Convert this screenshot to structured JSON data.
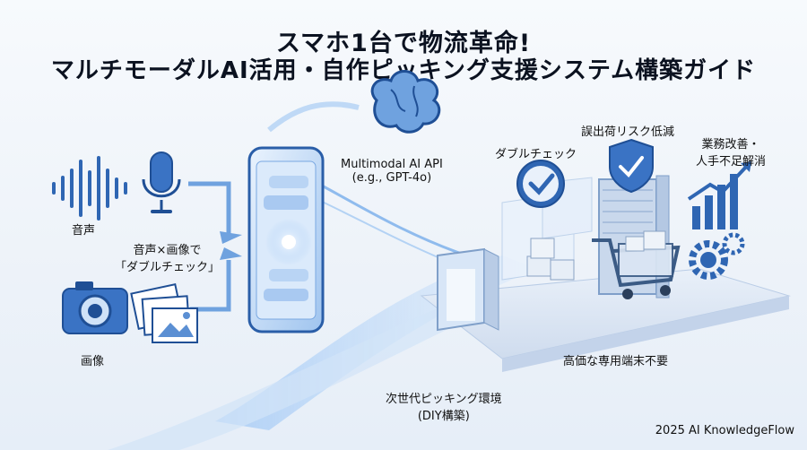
{
  "title": {
    "line1": "スマホ1台で物流革命!",
    "line2": "マルチモーダルAI活用・自作ピッキング支援システム構築ガイド"
  },
  "labels": {
    "voice": "音声",
    "image": "画像",
    "double_check_line1": "音声×画像で",
    "double_check_line2": "「ダブルチェック」",
    "api_line1": "Multimodal AI API",
    "api_line2": "(e.g., GPT-4o)",
    "double_check_right": "ダブルチェック",
    "risk": "誤出荷リスク低減",
    "improve_line1": "業務改善・",
    "improve_line2": "人手不足解消",
    "no_terminal": "高価な専用端末不要",
    "next_gen_line1": "次世代ピッキング環境",
    "next_gen_line2": "(DIY構築)"
  },
  "credit": "2025 AI KnowledgeFlow",
  "icons": [
    "voice-wave-icon",
    "microphone-icon",
    "camera-icon",
    "photos-icon",
    "smartphone-icon",
    "brain-icon",
    "checkmark-icon",
    "shield-check-icon",
    "growth-chart-icon",
    "gear-icon",
    "shopping-cart-icon",
    "boxes-icon",
    "scanner-gate-icon",
    "warehouse-door-icon"
  ],
  "colors": {
    "accent": "#3f7fd0",
    "dark_blue": "#2a5ea8",
    "light_blue": "#bcd6f3",
    "text": "#111111"
  }
}
